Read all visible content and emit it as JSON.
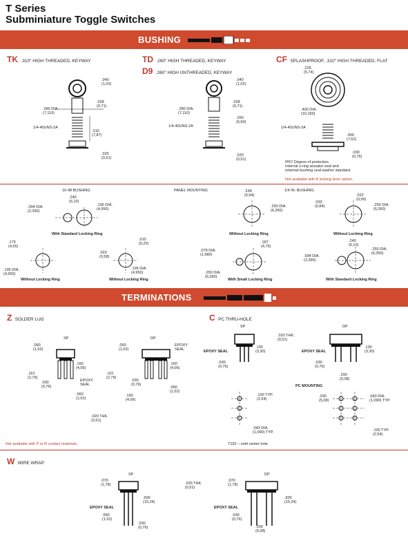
{
  "header": {
    "series": "T Series",
    "subtitle": "Subminiature Toggle Switches"
  },
  "bushing_band": {
    "label": "BUSHING"
  },
  "terminations_band": {
    "label": "TERMINATIONS"
  },
  "bushing_types": {
    "tk": {
      "code": "TK",
      "desc": ".310\" HIGH THREADED, KEYWAY"
    },
    "td": {
      "code": "TD",
      "desc": ".260\" HIGH THREADED, KEYWAY"
    },
    "d9": {
      "code": "D9",
      "desc": ".260\" HIGH UNTHREADED, KEYWAY"
    },
    "cf": {
      "code": "CF",
      "desc": "SPLASHPROOF, .310\" HIGH THREADED, FLAT"
    }
  },
  "tk_dims": {
    "d1": ".040",
    "d1m": "(1,02)",
    "d2": ".028",
    "d2m": "(0,71)",
    "d3": ".280 DIA.",
    "d3m": "(7,110)",
    "d4": "1/4-40UNS-2A",
    "d5": ".310",
    "d5m": "(7,87)",
    "d6": ".020",
    "d6m": "(0,51)"
  },
  "td_dims": {
    "d1": ".040",
    "d1m": "(1,02)",
    "d2": ".028",
    "d2m": "(0,71)",
    "d3": ".280 DIA.",
    "d3m": "(7,110)",
    "d4": "1/4-40UNS-2A",
    "d5": ".260",
    "d5m": "(6,60)",
    "d6": ".020",
    "d6m": "(0,51)"
  },
  "cf_dims": {
    "d1": ".226",
    "d1m": "(5,74)",
    "d2": ".400 DIA.",
    "d2m": "(10,160)",
    "d3": "1/4-40UNS-2A",
    "d4": ".300",
    "d4m": "(7,62)",
    "d5": ".030",
    "d5m": "(0,76)"
  },
  "cf_notes": {
    "line1": "IP67 Degree of protection.",
    "line2": "Internal o-ring actuator seal and",
    "line3": "external bushing seal washer standard.",
    "warning": "Not available with K locking lever option."
  },
  "mounting": {
    "bushing_10_48": "10-48 BUSHING",
    "panel_mounting": "PANEL MOUNTING",
    "quarter_bushing": "1/4 IN. BUSHING",
    "std_ring_1": "With Standard Locking Ring",
    "without_ring_1": "Without Locking Ring",
    "without_ring_2": "Without Locking Ring",
    "without_ring_3": "Without Locking Ring",
    "without_ring_4": "Without Locking Ring",
    "small_ring": "With Small Locking Ring",
    "std_ring_2": "With Standard Locking Ring",
    "dims": {
      "a1": ".240",
      "a1m": "(6,10)",
      "a2": ".094 DIA.",
      "a2m": "(2,390)",
      "a3": ".195 DIA.",
      "a3m": "(4,950)",
      "b1": ".234",
      "b1m": "(5,94)",
      "b2": ".250 DIA.",
      "b2m": "(6,350)",
      "c1": ".033",
      "c1m": "(0,84)",
      "c2": ".022",
      "c2m": "(0,56)",
      "c3": ".250 DIA.",
      "c3m": "(6,350)",
      "e1": ".179",
      "e1m": "(4,55)",
      "e2": ".195 DIA.",
      "e2m": "(4,950)",
      "f1": ".010",
      "f1m": "(0,25)",
      "f2": ".023",
      "f2m": "(0,58)",
      "f3": ".195 DIA.",
      "f3m": "(4,950)",
      "g1": ".187",
      "g1m": "(4,75)",
      "g2": ".078 DIA.",
      "g2m": "(1,980)",
      "g3": ".250 DIA.",
      "g3m": "(6,350)",
      "h1": ".240",
      "h1m": "(6,10)",
      "h2": ".094 DIA.",
      "h2m": "(2,390)",
      "h3": ".250 DIA.",
      "h3m": "(6,350)"
    }
  },
  "term_z": {
    "code": "Z",
    "desc": "SOLDER LUG",
    "sp": "SP",
    "dp": "DP",
    "epoxy_seal_1": "EPOXY",
    "epoxy_seal_2": "SEAL",
    "warning": "Not available with P or R contact materials.",
    "d1": ".060",
    "d1m": "(1,52)",
    "d2": ".160",
    "d2m": "(4,06)",
    "d3": ".110",
    "d3m": "(2,79)",
    "d4": ".030",
    "d4m": "(0,76)",
    "d5": ".060",
    "d5m": "(1,52)",
    "d6": ".020 THK.",
    "d6m": "(0,51)"
  },
  "term_c": {
    "code": "C",
    "desc": "PC THRU-HOLE",
    "sp": "SP",
    "dp": "DP",
    "epoxy_seal": "EPOXY SEAL",
    "pc_mounting": "PC MOUNTING",
    "note": "T102 – omit center hole.",
    "d1": ".020 THK.",
    "d1m": "(0,51)",
    "d2": ".130",
    "d2m": "(3,30)",
    "d3": ".030",
    "d3m": "(0,76)",
    "d4": ".200",
    "d4m": "(5,08)",
    "d5": ".100 TYP.",
    "d5m": "(2,54)",
    "d6": ".043 DIA.",
    "d6m": "(1,090) TYP.",
    "d7": ".200",
    "d7m": "(5,08)"
  },
  "term_w": {
    "code": "W",
    "desc": "WIRE WRAP",
    "sp": "SP",
    "dp": "DP",
    "epoxy_seal": "EPOXY SEAL",
    "d1": ".070",
    "d1m": "(1,78)",
    "d2": ".600",
    "d2m": "(15,24)",
    "d3": ".060",
    "d3m": "(1,52)",
    "d4": ".030",
    "d4m": "(0,76)",
    "d5": ".020 THK.",
    "d5m": "(0,51)",
    "d6": ".200",
    "d6m": "(5,08)"
  },
  "colors": {
    "accent": "#cf4a2e",
    "code_red": "#c0392b"
  }
}
